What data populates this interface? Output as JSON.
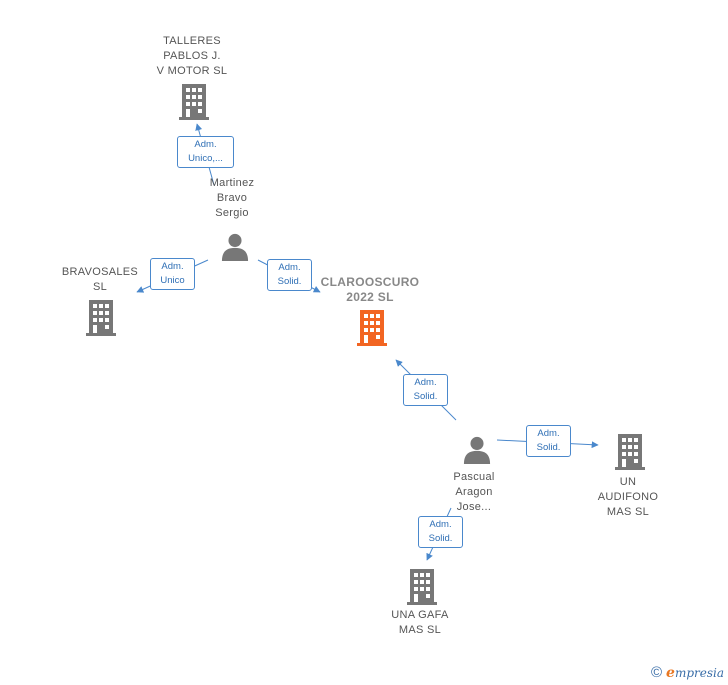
{
  "colors": {
    "edge": "#4a88cc",
    "building": "#777777",
    "focus_building": "#f26522",
    "person": "#777777"
  },
  "nodes": {
    "talleres": {
      "label": "TALLERES\nPABLOS J.\nV MOTOR  SL",
      "icon": "building-icon"
    },
    "martinez": {
      "label": "Martinez\nBravo\nSergio",
      "icon": "person-icon"
    },
    "bravosales": {
      "label": "BRAVOSALES\nSL",
      "icon": "building-icon"
    },
    "claroscuro": {
      "label": "CLAROOSCURO\n2022  SL",
      "icon": "building-icon"
    },
    "pascual": {
      "label": "Pascual\nAragon\nJose...",
      "icon": "person-icon"
    },
    "audifono": {
      "label": "UN\nAUDIFONO\nMAS  SL",
      "icon": "building-icon"
    },
    "gafa": {
      "label": "UNA GAFA\nMAS  SL",
      "icon": "building-icon"
    }
  },
  "edges": {
    "martinez_talleres": "Adm.\nUnico,...",
    "martinez_bravosales": "Adm.\nUnico",
    "martinez_claroscuro": "Adm.\nSolid.",
    "pascual_claroscuro": "Adm.\nSolid.",
    "pascual_audifono": "Adm.\nSolid.",
    "pascual_gafa": "Adm.\nSolid."
  },
  "watermark": {
    "symbol": "©",
    "brand_initial": "e",
    "brand_rest": "mpresia"
  }
}
